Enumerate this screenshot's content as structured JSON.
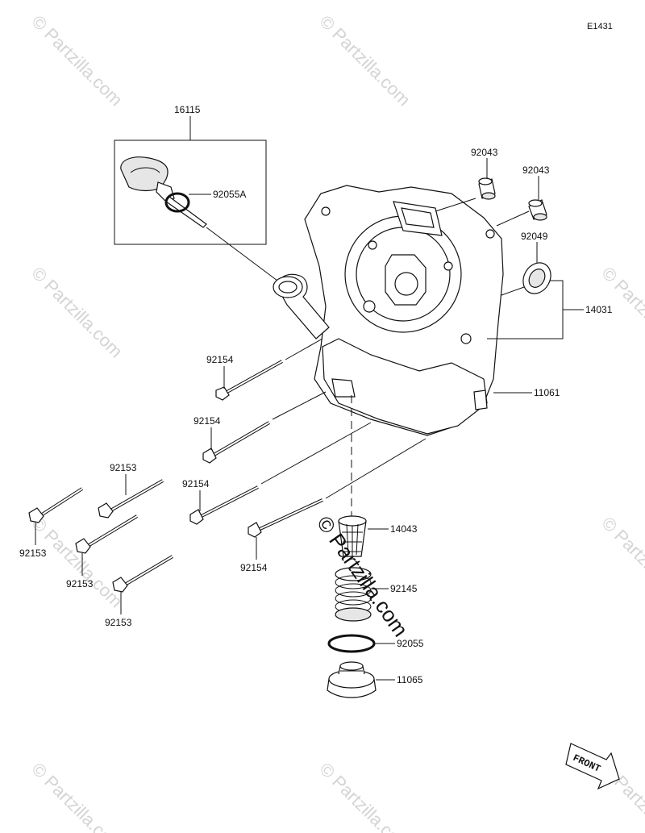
{
  "diagram_code": "E1431",
  "watermark_text": "© Partzilla.com",
  "front_label": "FRONT",
  "parts": {
    "p16115": "16115",
    "p92055A": "92055A",
    "p92043a": "92043",
    "p92043b": "92043",
    "p92049": "92049",
    "p14031": "14031",
    "p11061": "11061",
    "p92154a": "92154",
    "p92154b": "92154",
    "p92154c": "92154",
    "p92154d": "92154",
    "p92153a": "92153",
    "p92153b": "92153",
    "p92153c": "92153",
    "p92153d": "92153",
    "p14043": "14043",
    "p92145": "92145",
    "p92055": "92055",
    "p11065": "11065"
  }
}
